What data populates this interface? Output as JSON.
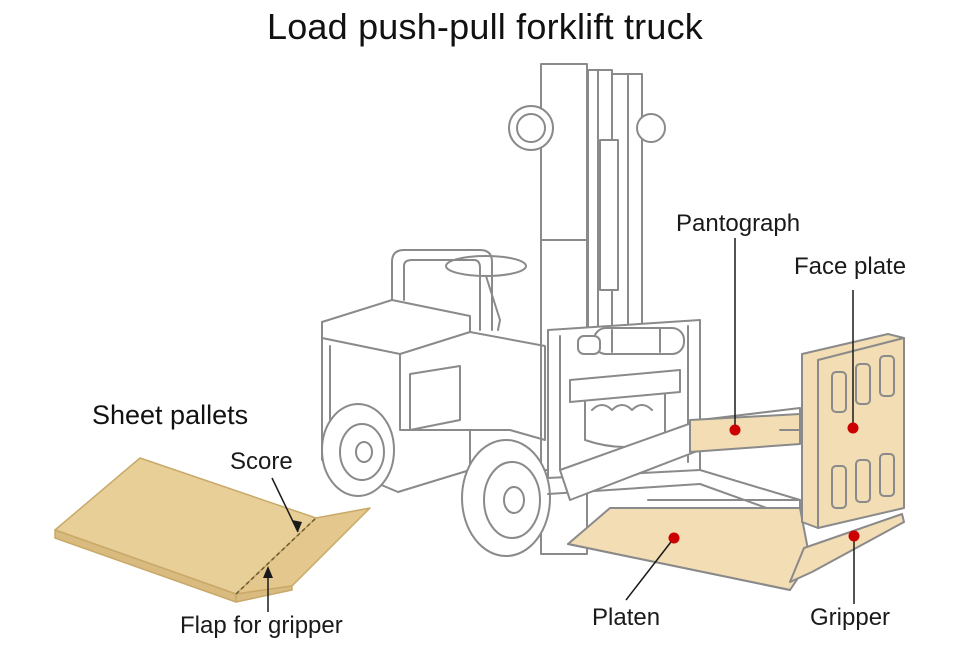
{
  "title": "Load push-pull forklift truck",
  "colors": {
    "line": "#8a8a8a",
    "fill_tan": "#f2ddb4",
    "pallet": "#e8cf98",
    "pallet_edge": "#c9a96a",
    "marker": "#cc0000"
  },
  "section_label": "Sheet pallets",
  "callouts": {
    "score": "Score",
    "flap": "Flap for gripper",
    "pantograph": "Pantograph",
    "face_plate": "Face plate",
    "platen": "Platen",
    "gripper": "Gripper"
  }
}
